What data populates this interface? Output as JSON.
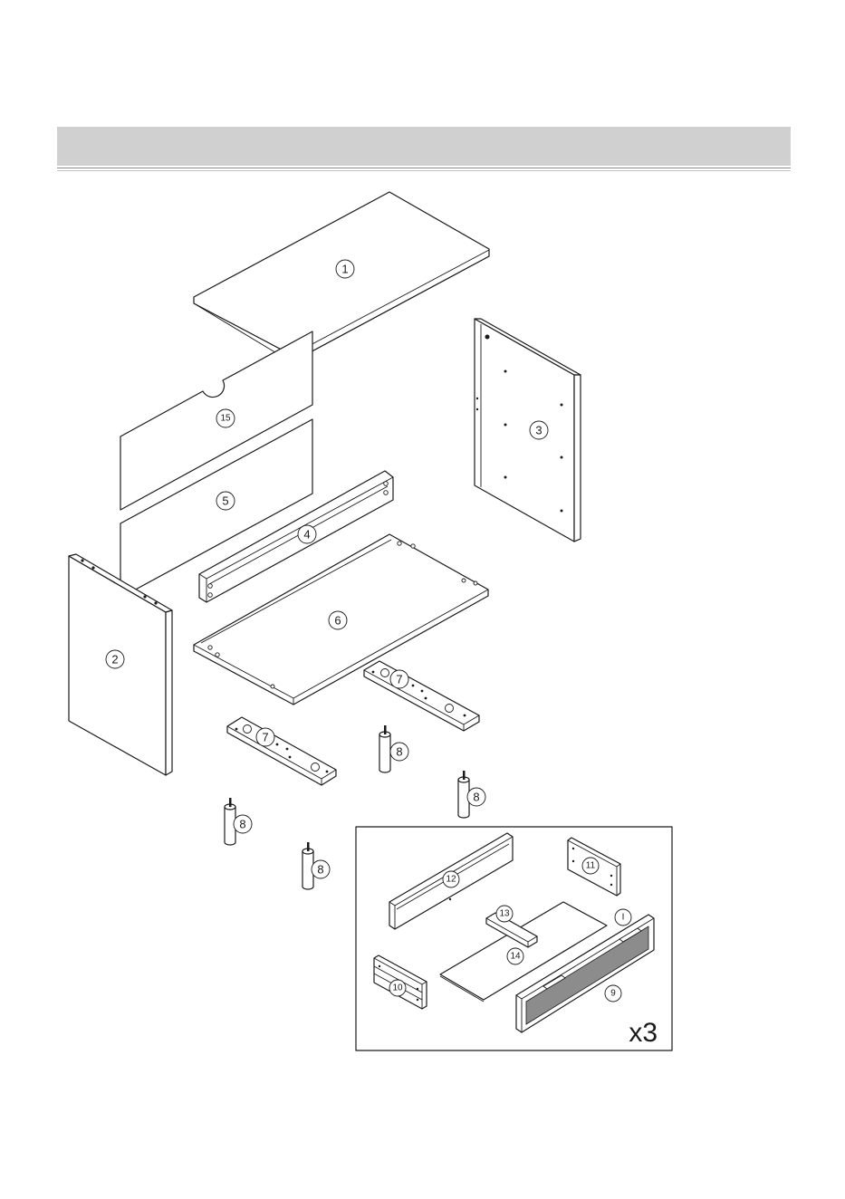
{
  "parts": [
    {
      "label": "1"
    },
    {
      "label": "2"
    },
    {
      "label": "3"
    },
    {
      "label": "4"
    },
    {
      "label": "5"
    },
    {
      "label": "6"
    },
    {
      "label": "7"
    },
    {
      "label": "8"
    },
    {
      "label": "9"
    },
    {
      "label": "10"
    },
    {
      "label": "11"
    },
    {
      "label": "12"
    },
    {
      "label": "13"
    },
    {
      "label": "14"
    },
    {
      "label": "15"
    }
  ],
  "inset": {
    "quantity": "x3",
    "marker": "I"
  }
}
